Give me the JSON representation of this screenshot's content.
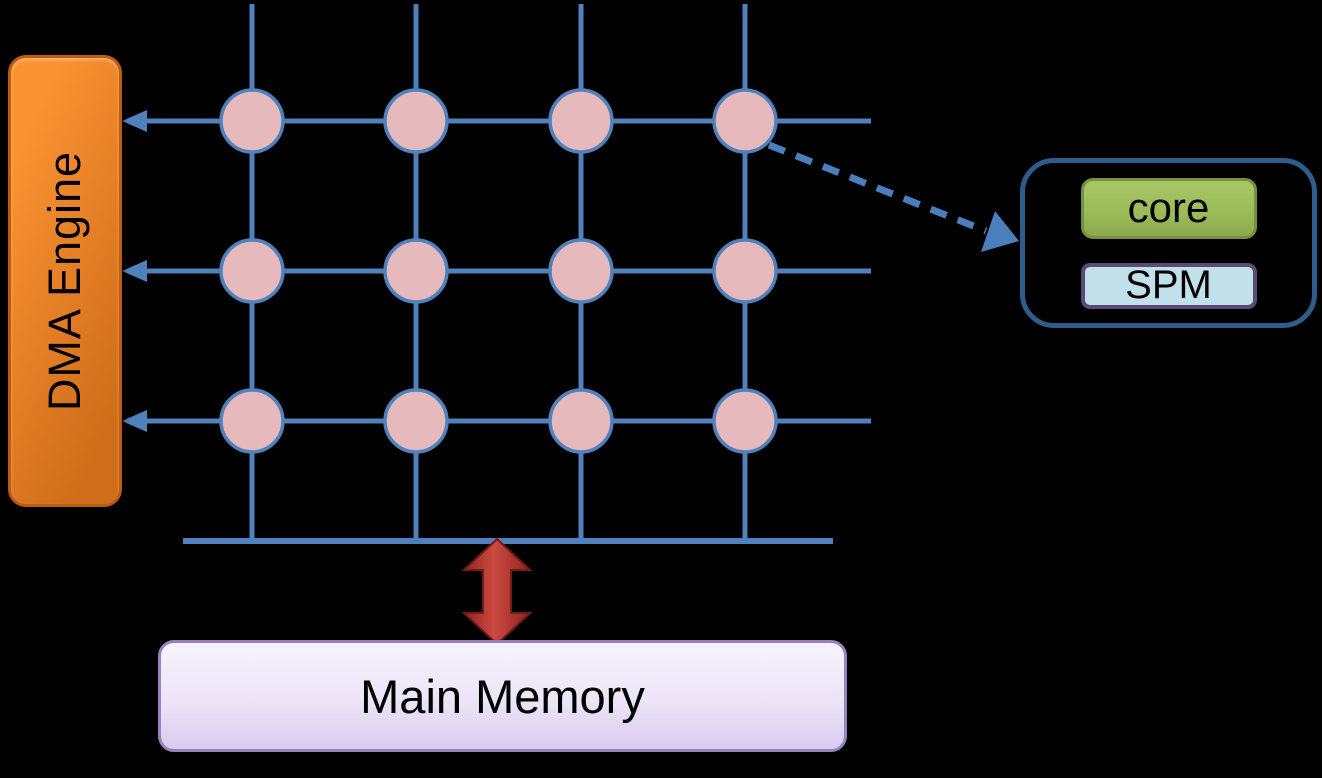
{
  "diagram": {
    "title_hint": "NoC mesh with DMA engine, cores with SPM, and main memory",
    "dma_engine": {
      "label": "DMA Engine"
    },
    "mesh": {
      "rows": 3,
      "cols": 4,
      "node_count": 12,
      "node_shape": "circle"
    },
    "callout": {
      "core_label": "core",
      "spm_label": "SPM"
    },
    "main_memory": {
      "label": "Main Memory"
    }
  },
  "colors": {
    "background": "#000000",
    "mesh_line": "#4f81bd",
    "node_fill": "#e6b9bc",
    "node_border": "#4f81bd",
    "dashed_arrow": "#4a7ebc",
    "dma_fill_light": "#fb9232",
    "dma_fill_dark": "#cf6d1a",
    "dma_border": "#bd5c0e",
    "callout_border": "#2e5d8b",
    "core_fill": "#9bbb59",
    "core_border": "#74913f",
    "spm_fill": "#c2e0ea",
    "spm_border": "#5b4a78",
    "memory_fill_top": "#f7f3fc",
    "memory_fill_bottom": "#d9cbee",
    "memory_border": "#9683bd",
    "memory_arrow_light": "#cc4a42",
    "memory_arrow_dark": "#8f241e",
    "text": "#000000"
  }
}
